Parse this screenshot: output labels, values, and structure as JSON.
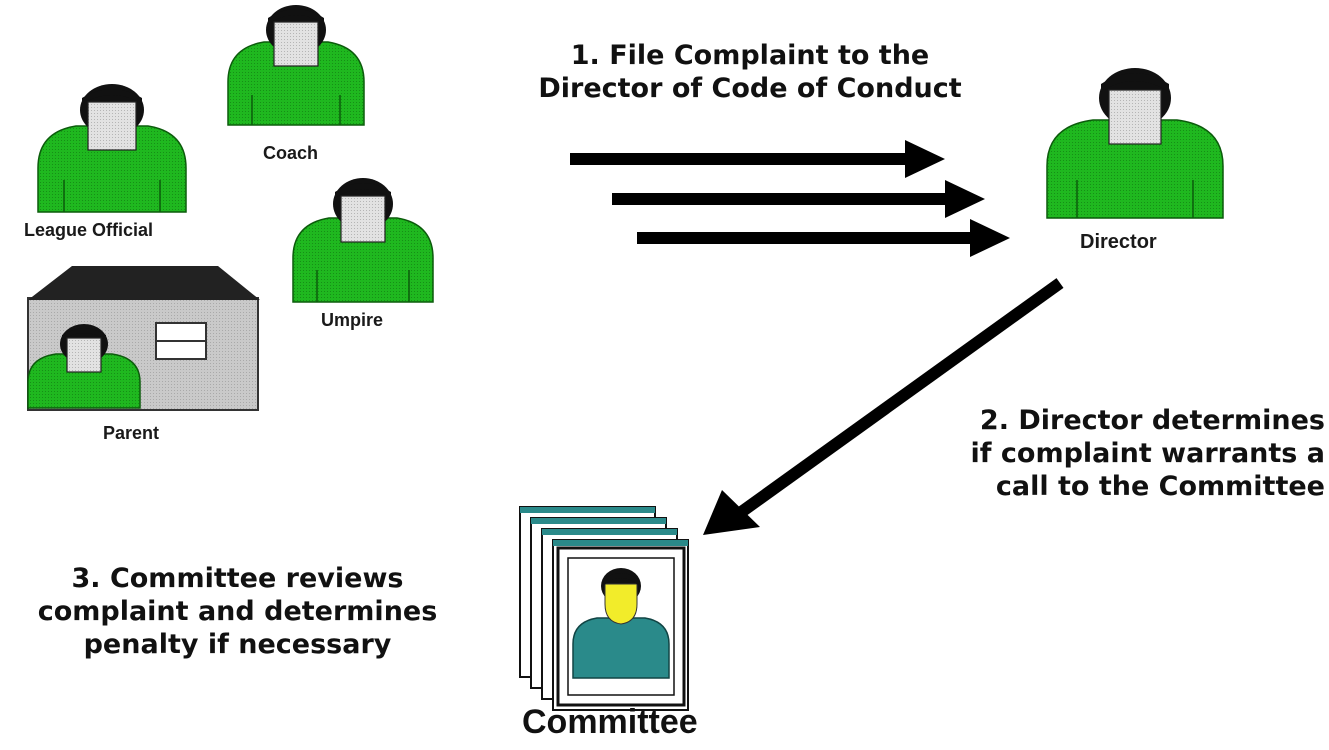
{
  "colors": {
    "person_green": "#1fb81f",
    "face_gray": "#d9d9d9",
    "hair_black": "#111111",
    "house_wall": "#c8c8c8",
    "roof": "#222222",
    "committee_frame": "#2a8a8a",
    "committee_person_body": "#2a8a8a",
    "committee_face": "#f2ec2a",
    "arrow": "#000000"
  },
  "actors": {
    "coach": {
      "label": "Coach",
      "icon": "person-icon"
    },
    "league_official": {
      "label": "League Official",
      "icon": "person-icon"
    },
    "umpire": {
      "label": "Umpire",
      "icon": "person-icon"
    },
    "parent": {
      "label": "Parent",
      "icon": "house-with-person-icon"
    },
    "director": {
      "label": "Director",
      "icon": "person-icon"
    },
    "committee": {
      "label": "Committee",
      "icon": "stacked-photo-frames-icon"
    }
  },
  "steps": {
    "step1": {
      "lines": [
        "1. File Complaint to the",
        "Director of Code of Conduct"
      ]
    },
    "step2": {
      "lines": [
        "2. Director determines",
        "if complaint warrants a",
        "call to the Committee"
      ]
    },
    "step3": {
      "lines": [
        "3. Committee reviews",
        "complaint and determines",
        "penalty if necessary"
      ]
    }
  }
}
